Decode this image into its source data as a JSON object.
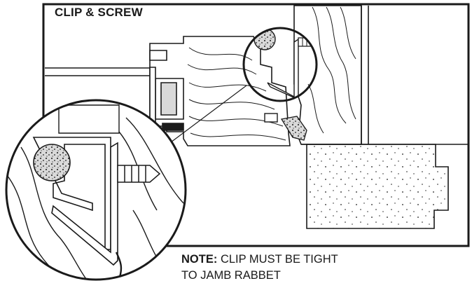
{
  "title": "CLIP & SCREW",
  "note": {
    "label": "NOTE:",
    "line1": "CLIP MUST BE TIGHT",
    "line2": "TO JAMB RABBET"
  },
  "colors": {
    "ink": "#1a1a1a",
    "background": "#ffffff",
    "glazing": "#d9d9d9"
  }
}
